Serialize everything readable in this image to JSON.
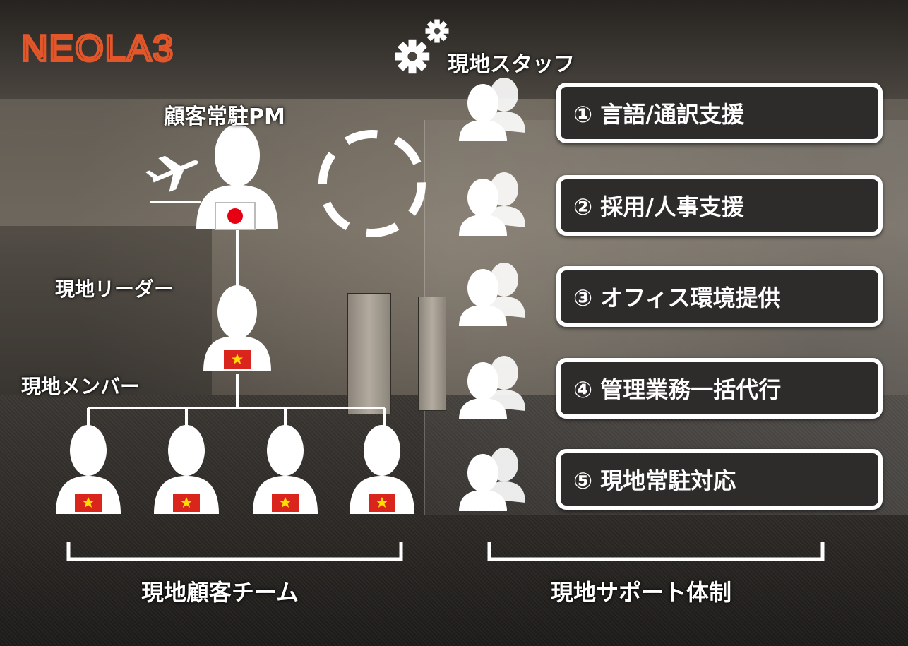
{
  "logo": {
    "text": "NEOLA3",
    "color": "#e2562a"
  },
  "pm_label": "顧客常駐PM",
  "leader_label": "現地リーダー",
  "member_label": "現地メンバー",
  "staff_label": "現地スタッフ",
  "team_label": "現地顧客チーム",
  "support_label": "現地サポート体制",
  "support_items": [
    {
      "label": "① 言語/通訳支援"
    },
    {
      "label": "② 採用/人事支援"
    },
    {
      "label": "③ オフィス環境提供"
    },
    {
      "label": "④ 管理業務一括代行"
    },
    {
      "label": "⑤ 現地常駐対応"
    }
  ],
  "icons": {
    "pm_flag": "japan-flag-icon",
    "member_flag": "vietnam-flag-icon",
    "airplane": "airplane-icon",
    "gears": "gears-icon",
    "staff": "people-group-icon"
  },
  "colors": {
    "japan_red": "#e60012",
    "vietnam_red": "#da251d",
    "vietnam_star": "#ffdd00",
    "box_bg": "#2e2c2a"
  }
}
